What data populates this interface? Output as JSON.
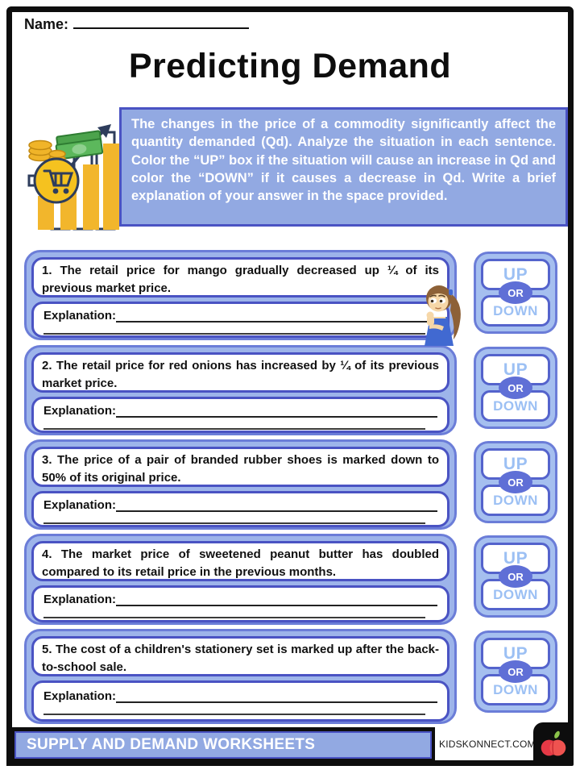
{
  "page": {
    "name_label": "Name:",
    "title": "Predicting Demand",
    "instructions": "The changes in the price of a commodity significantly affect the quantity demanded (Qd). Analyze the situation in each sentence. Color the “UP” box if the situation will cause an increase in Qd and color the “DOWN” if it causes a decrease in Qd. Write a brief explanation of your answer in the space provided."
  },
  "questions": [
    {
      "text": "1. The retail price for mango gradually decreased up ¼ of its previous market price.",
      "explanation_label": "Explanation:",
      "explanation_value": ""
    },
    {
      "text": "2. The retail price for red onions has increased by ¼ of its previous market price.",
      "explanation_label": "Explanation:",
      "explanation_value": ""
    },
    {
      "text": "3. The price of a pair of branded rubber shoes is marked down to 50% of its original price.",
      "explanation_label": "Explanation:",
      "explanation_value": ""
    },
    {
      "text": "4. The market price of sweetened peanut butter has doubled compared to its retail price in the previous months.",
      "explanation_label": "Explanation:",
      "explanation_value": ""
    },
    {
      "text": "5. The cost of a children's stationery set is marked up after the back-to-school sale.",
      "explanation_label": "Explanation:",
      "explanation_value": ""
    }
  ],
  "choice_box": {
    "up": "UP",
    "or": "OR",
    "down": "DOWN"
  },
  "footer": {
    "series_title": "SUPPLY AND DEMAND WORKSHEETS",
    "site": "KIDSKONNECT.COM"
  },
  "colors": {
    "panel_fill": "#92a9e2",
    "panel_border": "#4a53c3",
    "row_fill": "#9db4ea",
    "row_border": "#6b7dd8",
    "choice_text": "#9cc0f4",
    "or_badge": "#5f6fd6",
    "bar_yellow": "#f2b62c",
    "money_green": "#5cb85c",
    "ink": "#0e0e0e"
  }
}
